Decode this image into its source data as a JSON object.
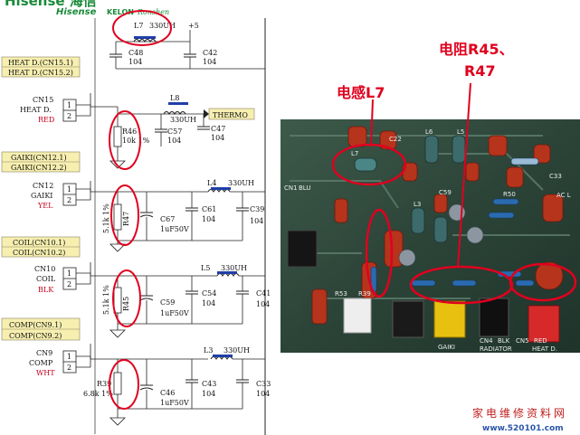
{
  "header": {
    "brand_left": "Hisense",
    "brand_mid": "KELON",
    "brand_right": "Ronshen",
    "brand_logo_text": "Hisense 海信"
  },
  "connectors": [
    {
      "tag": [
        "HEAT D.(CN15.1)",
        "HEAT D.(CN15.2)"
      ],
      "cn": "CN15",
      "name": "HEAT D.",
      "wire": "RED"
    },
    {
      "tag": [
        "GAIKI(CN12.1)",
        "GAIKI(CN12.2)"
      ],
      "cn": "CN12",
      "name": "GAIKI",
      "wire": "YEL"
    },
    {
      "tag": [
        "COIL(CN10.1)",
        "COIL(CN10.2)"
      ],
      "cn": "CN10",
      "name": "COIL",
      "wire": "BLK"
    },
    {
      "tag": [
        "COMP(CN9.1)",
        "COMP(CN9.2)"
      ],
      "cn": "CN9",
      "name": "COMP",
      "wire": "WHT"
    }
  ],
  "pins": [
    "1",
    "2"
  ],
  "components": {
    "L7": "L7",
    "L7_val": "330UH",
    "plus5": "+5",
    "C48": "C48",
    "C48_val": "104",
    "C42": "C42",
    "C42_val": "104",
    "L8": "L8",
    "L8_val": "330UH",
    "thermo": "THERMO",
    "R46": "R46",
    "R46_val": "10k 1%",
    "C57": "C57",
    "C57_val": "104",
    "C47": "C47",
    "C47_val": "104",
    "L4": "L4",
    "L4_val": "330UH",
    "R47": "R47",
    "R47_val": "5.1k 1%",
    "C67": "C67",
    "C67_val": "1uF50V",
    "C61": "C61",
    "C61_val": "104",
    "C39": "C39",
    "C39_val": "104",
    "L5": "L5",
    "L5_val": "330UH",
    "R45": "R45",
    "R45_val": "5.1k 1%",
    "C59": "C59",
    "C59_val": "1uF50V",
    "C54": "C54",
    "C54_val": "104",
    "C41": "C41",
    "C41_val": "104",
    "L3": "L3",
    "L3_val": "330UH",
    "R39": "R39",
    "R39_val": "6.8k 1%",
    "C46": "C46",
    "C46_val": "1uF50V",
    "C43": "C43",
    "C43_val": "104",
    "C33": "C33",
    "C33_val": "104"
  },
  "callouts": {
    "inductor": "电感L7",
    "resistor_l1": "电阻R45、",
    "resistor_l2": "R47"
  },
  "board_labels": [
    "C22",
    "L7",
    "L6",
    "L5",
    "L3",
    "C59",
    "R50",
    "R53",
    "R39",
    "C33",
    "CN1",
    "BLU",
    "CN4",
    "BLK",
    "CN5",
    "RED",
    "AC L",
    "GAIKI",
    "RADIATOR",
    "HEAT D."
  ],
  "watermark": {
    "cn": "家电维修资料网",
    "url": "www.520101.com"
  },
  "colors": {
    "accent": "#e0001e",
    "brand_green": "#1a8a3a",
    "pcb": "#2f4f3f"
  }
}
